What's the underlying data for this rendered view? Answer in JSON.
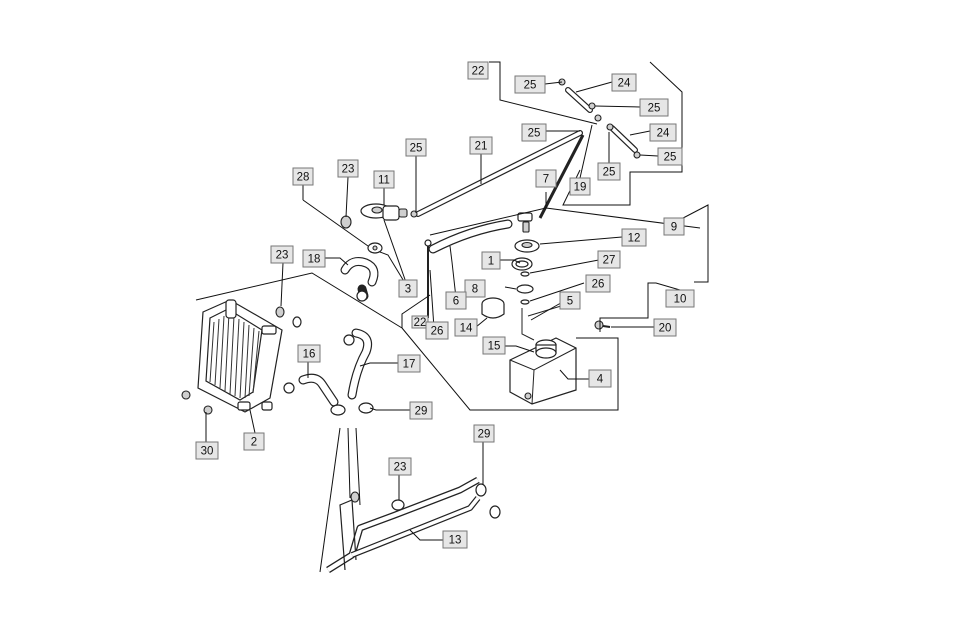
{
  "callouts": [
    {
      "id": "c22a",
      "label": "22"
    },
    {
      "id": "c25a",
      "label": "25"
    },
    {
      "id": "c24a",
      "label": "24"
    },
    {
      "id": "c25b",
      "label": "25"
    },
    {
      "id": "c25c",
      "label": "25"
    },
    {
      "id": "c24b",
      "label": "24"
    },
    {
      "id": "c25d",
      "label": "25"
    },
    {
      "id": "c19",
      "label": "19"
    },
    {
      "id": "c25e",
      "label": "25"
    },
    {
      "id": "c25f",
      "label": "25"
    },
    {
      "id": "c21",
      "label": "21"
    },
    {
      "id": "c7",
      "label": "7"
    },
    {
      "id": "c23a",
      "label": "23"
    },
    {
      "id": "c11",
      "label": "11"
    },
    {
      "id": "c28",
      "label": "28"
    },
    {
      "id": "c9",
      "label": "9"
    },
    {
      "id": "c12",
      "label": "12"
    },
    {
      "id": "c23b",
      "label": "23"
    },
    {
      "id": "c18",
      "label": "18"
    },
    {
      "id": "c1",
      "label": "1"
    },
    {
      "id": "c27",
      "label": "27"
    },
    {
      "id": "c3",
      "label": "3"
    },
    {
      "id": "c26a",
      "label": "26"
    },
    {
      "id": "c8",
      "label": "8"
    },
    {
      "id": "c10",
      "label": "10"
    },
    {
      "id": "c6",
      "label": "6"
    },
    {
      "id": "c5",
      "label": "5"
    },
    {
      "id": "c22b",
      "label": "22"
    },
    {
      "id": "c26b",
      "label": "26"
    },
    {
      "id": "c14",
      "label": "14"
    },
    {
      "id": "c20",
      "label": "20"
    },
    {
      "id": "c15",
      "label": "15"
    },
    {
      "id": "c16",
      "label": "16"
    },
    {
      "id": "c17",
      "label": "17"
    },
    {
      "id": "c4",
      "label": "4"
    },
    {
      "id": "c29a",
      "label": "29"
    },
    {
      "id": "c30",
      "label": "30"
    },
    {
      "id": "c2",
      "label": "2"
    },
    {
      "id": "c29b",
      "label": "29"
    },
    {
      "id": "c23c",
      "label": "23"
    },
    {
      "id": "c13",
      "label": "13"
    }
  ]
}
